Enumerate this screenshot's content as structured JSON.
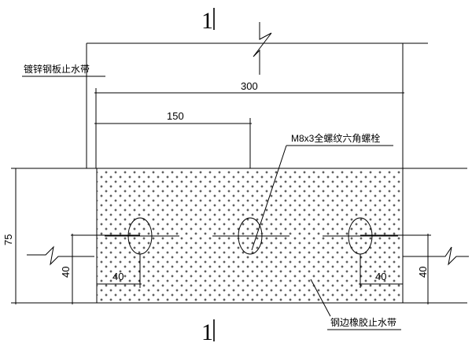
{
  "section": {
    "mark": "1"
  },
  "labels": {
    "galvanized_waterstop": "镀锌钢板止水带",
    "bolt": "M8x3全螺纹六角螺栓",
    "rubber_waterstop": "钢边橡胶止水带"
  },
  "dimensions": {
    "total_width": "300",
    "half_width": "150",
    "height": "75",
    "left_offset_v": "40",
    "right_offset_v": "40",
    "left_offset_h": "40",
    "right_offset_h": "40"
  }
}
